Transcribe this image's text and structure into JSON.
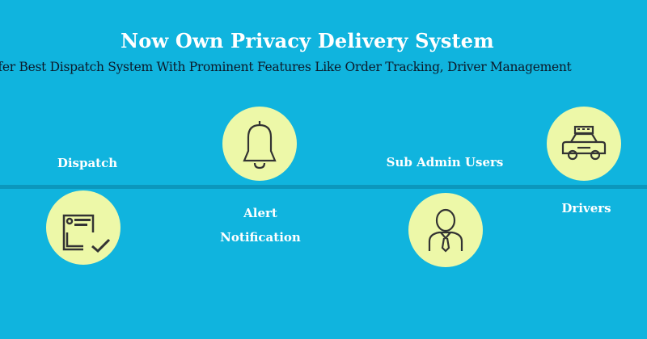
{
  "header": {
    "title": "Now Own Privacy Delivery System",
    "subtitle": "ffer Best Dispatch System With Prominent Features Like Order Tracking, Driver Management"
  },
  "colors": {
    "background": "#10b4de",
    "circle": "#edf8a8",
    "divider": "#0b97bd",
    "icon": "#333333"
  },
  "features": [
    {
      "label": "Dispatch",
      "icon": "dispatch-checklist-icon"
    },
    {
      "label_line1": "Alert",
      "label_line2": "Notification",
      "icon": "bell-icon"
    },
    {
      "label": "Sub Admin Users",
      "icon": "user-icon"
    },
    {
      "label": "Drivers",
      "icon": "taxi-icon"
    }
  ]
}
